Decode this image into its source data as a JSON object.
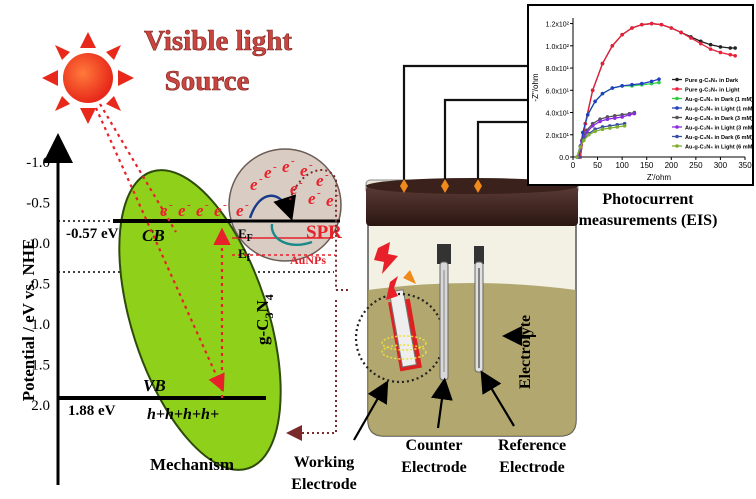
{
  "title": {
    "line1": "Visible light",
    "line2": "Source"
  },
  "y_axis": {
    "label": "Potential / eV vs. NHE",
    "ticks": [
      "-1.0",
      "-0.5",
      "0.0",
      "0.5",
      "1.0",
      "1.5",
      "2.0"
    ]
  },
  "bands": {
    "cb_label": "CB",
    "cb_energy": "-0.57 eV",
    "vb_label": "VB",
    "vb_energy": "1.88 eV",
    "electrons": "e",
    "holes": "h+h+h+h+",
    "material_main": "g-C",
    "material_sub": "3",
    "material_n": "N",
    "material_sub2": "4",
    "ef_upper": "E",
    "ef_upper_sub": "F",
    "ef_lower": "E",
    "ef_lower_sub": "f"
  },
  "spr": {
    "label": "SPR",
    "particles": "AuNPs"
  },
  "mechanism_label": "Mechanism",
  "cell": {
    "electrolyte": "Electrolyte",
    "working": [
      "Working",
      "Electrode"
    ],
    "counter": [
      "Counter",
      "Electrode"
    ],
    "reference": [
      "Reference",
      "Electrode"
    ]
  },
  "eis": {
    "caption": [
      "Photocurrent",
      "measurements (EIS)"
    ],
    "xlabel": "Z'/ohm",
    "ylabel": "-Z\"/ohm",
    "yticks": [
      "1.2x10²",
      "1.0x10²",
      "8.0x10¹",
      "6.0x10¹",
      "4.0x10¹",
      "2.0x10¹",
      "0.0"
    ],
    "xticks": [
      "0",
      "50",
      "100",
      "150",
      "200",
      "250",
      "300",
      "350"
    ],
    "legend": [
      {
        "text": "Pure g-C₃N₄ in Dark",
        "color": "#222222"
      },
      {
        "text": "Pure g-C₃N₄ in Light",
        "color": "#e8203a"
      },
      {
        "text": "Au-g-C₃N₄ in Dark (1 mM)",
        "color": "#2ecc40"
      },
      {
        "text": "Au-g-C₃N₄ in Light (1 mM)",
        "color": "#1f3fbf"
      },
      {
        "text": "Au-g-C₃N₄ in Dark (3 mM)",
        "color": "#555555"
      },
      {
        "text": "Au-g-C₃N₄ in Light (3 mM)",
        "color": "#8a2be2"
      },
      {
        "text": "Au-g-C₃N₄ in Dark (6 mM)",
        "color": "#3a4fa0"
      },
      {
        "text": "Au-g-C₃N₄ in Light (6 mM)",
        "color": "#7fae2c"
      }
    ]
  },
  "chart_data": {
    "type": "scatter",
    "xlabel": "Z'/ohm",
    "ylabel": "-Z\"/ohm",
    "xlim": [
      0,
      350
    ],
    "ylim": [
      0,
      125
    ],
    "series": [
      {
        "name": "Pure g-C3N4 in Dark",
        "color": "#222222",
        "x": [
          15,
          25,
          40,
          60,
          80,
          100,
          120,
          140,
          160,
          180,
          200,
          220,
          240,
          260,
          280,
          300,
          320,
          330
        ],
        "y": [
          0,
          30,
          60,
          84,
          100,
          110,
          116,
          119,
          120,
          119,
          116,
          112,
          108,
          104,
          101,
          99,
          98,
          98
        ]
      },
      {
        "name": "Pure g-C3N4 in Light",
        "color": "#e8203a",
        "x": [
          15,
          25,
          40,
          60,
          80,
          100,
          120,
          140,
          160,
          180,
          200,
          220,
          240,
          260,
          280,
          300,
          320,
          330
        ],
        "y": [
          0,
          30,
          60,
          84,
          100,
          110,
          116,
          119,
          120,
          119,
          116,
          112,
          107,
          102,
          97,
          94,
          92,
          91
        ]
      },
      {
        "name": "Au-g-C3N4 in Dark (1 mM)",
        "color": "#2ecc40",
        "x": [
          12,
          20,
          30,
          45,
          60,
          80,
          100,
          120,
          140,
          160,
          175
        ],
        "y": [
          0,
          22,
          38,
          50,
          57,
          62,
          64,
          64,
          65,
          66,
          67
        ]
      },
      {
        "name": "Au-g-C3N4 in Light (1 mM)",
        "color": "#1f3fbf",
        "x": [
          12,
          20,
          30,
          45,
          60,
          80,
          100,
          120,
          140,
          160,
          175
        ],
        "y": [
          0,
          22,
          38,
          50,
          57,
          62,
          64,
          65,
          66,
          68,
          70
        ]
      },
      {
        "name": "Au-g-C3N4 in Dark (3 mM)",
        "color": "#555555",
        "x": [
          10,
          18,
          28,
          40,
          55,
          70,
          85,
          100,
          115,
          125
        ],
        "y": [
          0,
          15,
          24,
          30,
          34,
          36,
          37,
          38,
          39,
          40
        ]
      },
      {
        "name": "Au-g-C3N4 in Light (3 mM)",
        "color": "#8a2be2",
        "x": [
          10,
          18,
          28,
          40,
          55,
          70,
          85,
          100,
          115,
          125
        ],
        "y": [
          0,
          14,
          22,
          28,
          32,
          34,
          35,
          36,
          38,
          39
        ]
      },
      {
        "name": "Au-g-C3N4 in Dark (6 mM)",
        "color": "#3a4fa0",
        "x": [
          8,
          15,
          22,
          32,
          45,
          60,
          75,
          90,
          105
        ],
        "y": [
          0,
          10,
          16,
          21,
          25,
          27,
          28,
          29,
          30
        ]
      },
      {
        "name": "Au-g-C3N4 in Light (6 mM)",
        "color": "#7fae2c",
        "x": [
          8,
          15,
          22,
          32,
          45,
          60,
          75,
          90,
          105
        ],
        "y": [
          0,
          9,
          15,
          20,
          23,
          25,
          26,
          27,
          28
        ]
      }
    ]
  }
}
